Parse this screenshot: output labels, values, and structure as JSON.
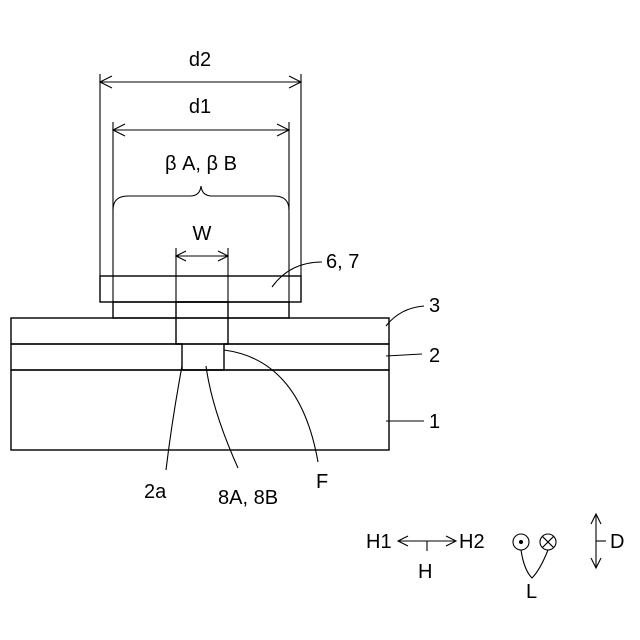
{
  "labels": {
    "d2": "d2",
    "d1": "d1",
    "beta": "β A, β B",
    "w": "W",
    "electrode": "6, 7",
    "layer3": "3",
    "layer2": "2",
    "layer1": "1",
    "hole": "2a",
    "via": "8A, 8B",
    "f": "F",
    "h1": "H1",
    "h2": "H2",
    "h": "H",
    "l": "L",
    "d": "D"
  }
}
